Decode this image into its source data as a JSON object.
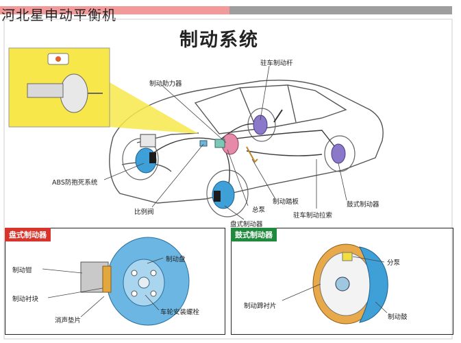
{
  "watermark": "河北星申动平衡机",
  "title": "制动系统",
  "labels": {
    "parking_lever": "驻车制动杆",
    "booster": "制动助力器",
    "abs": "ABS防抱死系统",
    "proportion_valve": "比例阀",
    "master_cylinder": "总泵",
    "disc_brake_top": "盘式制动器",
    "brake_pedal": "制动踏板",
    "parking_cable": "驻车制动拉索",
    "drum_brake_top": "鼓式制动器"
  },
  "disc_panel": {
    "tag": "盘式制动器",
    "caliper": "制动钳",
    "pad": "制动衬块",
    "shim": "消声垫片",
    "disc": "制动盘",
    "wheel_bolt": "车轮安装螺栓"
  },
  "drum_panel": {
    "tag": "鼓式制动器",
    "cylinder": "分泵",
    "shoe_lining": "制动蹄衬片",
    "drum": "制动鼓"
  },
  "colors": {
    "disc_tag": "#d9342b",
    "drum_tag": "#1f8a3c",
    "inset_yellow": "#f7e74a",
    "part_blue": "#3fa0d8"
  }
}
